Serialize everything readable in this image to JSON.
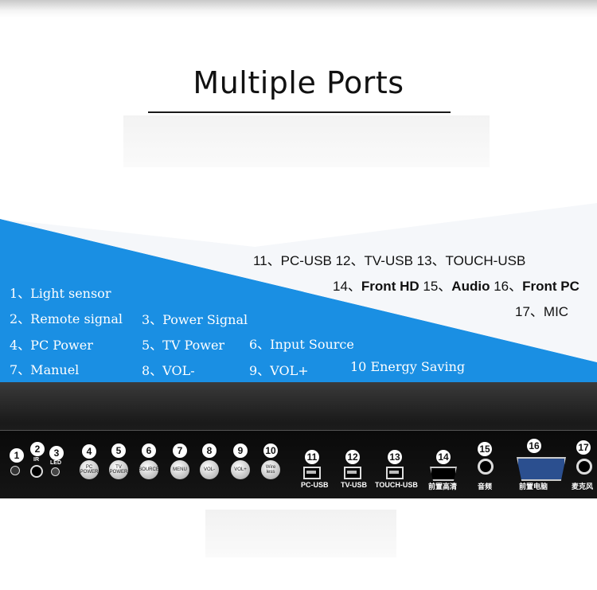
{
  "title": "Multiple Ports",
  "colors": {
    "accent": "#1a8fe3",
    "panel": "#1b1b1b"
  },
  "left_labels": [
    "1、Light sensor",
    "2、Remote signal",
    "3、Power Signal",
    "4、PC Power",
    "5、TV Power",
    "6、Input Source",
    "7、Manuel",
    "8、VOL-",
    "9、VOL+",
    "10 Energy Saving"
  ],
  "right_labels": {
    "line1": "11、PC-USB  12、TV-USB 13、TOUCH-USB",
    "l14": "14、",
    "front_hd": "Front HD",
    "l15": "15、",
    "audio": "Audio",
    "l16": "16、",
    "front_pc": "Front PC",
    "line3": "17、MIC"
  },
  "panel": {
    "numbers": [
      "1",
      "2",
      "3",
      "4",
      "5",
      "6",
      "7",
      "8",
      "9",
      "10",
      "11",
      "12",
      "13",
      "14",
      "15",
      "16",
      "17"
    ],
    "small": {
      "ir": "IR",
      "led": "LED"
    },
    "buttons": [
      "PC POWER",
      "TV POWER",
      "SOURCE",
      "MENU",
      "VOL-",
      "VOL+",
      "Wire less"
    ],
    "port_labels": [
      "PC-USB",
      "TV-USB",
      "TOUCH-USB",
      "前置高清",
      "音频",
      "前置电脑",
      "麦克风"
    ]
  }
}
